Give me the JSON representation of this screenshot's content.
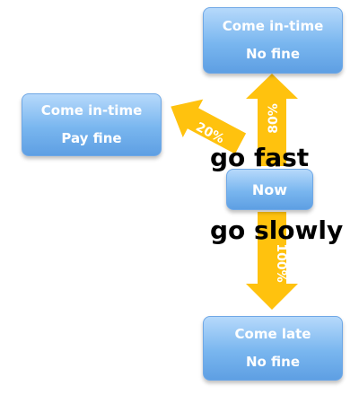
{
  "boxes": {
    "top": {
      "line1": "Come in-time",
      "line2": "No fine"
    },
    "left": {
      "line1": "Come in-time",
      "line2": "Pay fine"
    },
    "now": {
      "label": "Now"
    },
    "bottom": {
      "line1": "Come late",
      "line2": "No fine"
    }
  },
  "labels": {
    "fast": "go fast",
    "slow": "go slowly"
  },
  "arrows": {
    "up": "80%",
    "left": "20%",
    "down": "100%"
  },
  "colors": {
    "box_fill": "#79b6ef",
    "arrow_fill": "#ffc20e",
    "text_box": "#ffffff",
    "text_label": "#000000"
  }
}
